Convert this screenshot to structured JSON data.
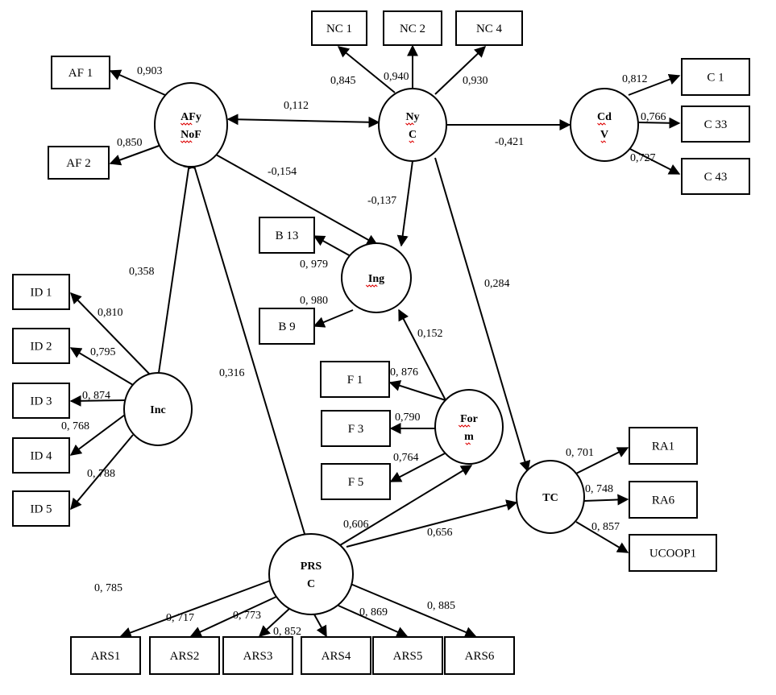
{
  "latents": [
    {
      "id": "AFyNoF",
      "lines": [
        "AFy",
        "NoF"
      ],
      "spell": true
    },
    {
      "id": "NyC",
      "lines": [
        "Ny",
        "C"
      ],
      "spell": true
    },
    {
      "id": "CdV",
      "lines": [
        "Cd",
        "V"
      ],
      "spell": true
    },
    {
      "id": "Ing",
      "lines": [
        "Ing"
      ],
      "spell": true
    },
    {
      "id": "Inc",
      "lines": [
        "Inc"
      ],
      "spell": false
    },
    {
      "id": "Form",
      "lines": [
        "For",
        "m"
      ],
      "spell": true
    },
    {
      "id": "TC",
      "lines": [
        "TC"
      ],
      "spell": false
    },
    {
      "id": "PRSC",
      "lines": [
        "PRS",
        "C"
      ],
      "spell": false
    }
  ],
  "indicators": [
    {
      "id": "AF1",
      "label": "AF 1"
    },
    {
      "id": "AF2",
      "label": "AF 2"
    },
    {
      "id": "NC1",
      "label": "NC 1"
    },
    {
      "id": "NC2",
      "label": "NC 2"
    },
    {
      "id": "NC4",
      "label": "NC 4"
    },
    {
      "id": "C1",
      "label": "C 1"
    },
    {
      "id": "C33",
      "label": "C 33"
    },
    {
      "id": "C43",
      "label": "C 43"
    },
    {
      "id": "B13",
      "label": "B 13"
    },
    {
      "id": "B9",
      "label": "B 9"
    },
    {
      "id": "ID1",
      "label": "ID 1"
    },
    {
      "id": "ID2",
      "label": "ID 2"
    },
    {
      "id": "ID3",
      "label": "ID 3"
    },
    {
      "id": "ID4",
      "label": "ID 4"
    },
    {
      "id": "ID5",
      "label": "ID 5"
    },
    {
      "id": "F1",
      "label": "F 1"
    },
    {
      "id": "F3",
      "label": "F 3"
    },
    {
      "id": "F5",
      "label": "F 5"
    },
    {
      "id": "RA1",
      "label": "RA1"
    },
    {
      "id": "RA6",
      "label": "RA6"
    },
    {
      "id": "UCOOP1",
      "label": "UCOOP1"
    },
    {
      "id": "ARS1",
      "label": "ARS1"
    },
    {
      "id": "ARS2",
      "label": "ARS2"
    },
    {
      "id": "ARS3",
      "label": "ARS3"
    },
    {
      "id": "ARS4",
      "label": "ARS4"
    },
    {
      "id": "ARS5",
      "label": "ARS5"
    },
    {
      "id": "ARS6",
      "label": "ARS6"
    }
  ],
  "edges": [
    {
      "from": "AFyNoF",
      "to": "AF1",
      "label": "0,903"
    },
    {
      "from": "AFyNoF",
      "to": "AF2",
      "label": "0,850"
    },
    {
      "from": "NyC",
      "to": "AFyNoF",
      "label": "0,112",
      "both": true
    },
    {
      "from": "NyC",
      "to": "NC1",
      "label": "0,845"
    },
    {
      "from": "NyC",
      "to": "NC2",
      "label": "0,940"
    },
    {
      "from": "NyC",
      "to": "NC4",
      "label": "0,930"
    },
    {
      "from": "NyC",
      "to": "CdV",
      "label": "-0,421"
    },
    {
      "from": "CdV",
      "to": "C1",
      "label": "0,812"
    },
    {
      "from": "CdV",
      "to": "C33",
      "label": "0,766"
    },
    {
      "from": "CdV",
      "to": "C43",
      "label": "0,727"
    },
    {
      "from": "AFyNoF",
      "to": "Ing",
      "label": "-0,154"
    },
    {
      "from": "NyC",
      "to": "Ing",
      "label": "-0,137"
    },
    {
      "from": "NyC",
      "to": "TC",
      "label": "0,284"
    },
    {
      "from": "Ing",
      "to": "B13",
      "label": "0, 979"
    },
    {
      "from": "Ing",
      "to": "B9",
      "label": "0, 980"
    },
    {
      "from": "Form",
      "to": "Ing",
      "label": "0,152"
    },
    {
      "from": "Form",
      "to": "F1",
      "label": "0, 876"
    },
    {
      "from": "Form",
      "to": "F3",
      "label": "0,790"
    },
    {
      "from": "Form",
      "to": "F5",
      "label": "0,764"
    },
    {
      "from": "Inc",
      "to": "AFyNoF",
      "label": "0,358"
    },
    {
      "from": "PRSC",
      "to": "AFyNoF",
      "label": "0,316"
    },
    {
      "from": "Inc",
      "to": "ID1",
      "label": "0,810"
    },
    {
      "from": "Inc",
      "to": "ID2",
      "label": "0,795"
    },
    {
      "from": "Inc",
      "to": "ID3",
      "label": "0, 874"
    },
    {
      "from": "Inc",
      "to": "ID4",
      "label": "0, 768"
    },
    {
      "from": "Inc",
      "to": "ID5",
      "label": "0, 788"
    },
    {
      "from": "PRSC",
      "to": "Form",
      "label": "0,606"
    },
    {
      "from": "PRSC",
      "to": "TC",
      "label": "0,656"
    },
    {
      "from": "TC",
      "to": "RA1",
      "label": "0, 701"
    },
    {
      "from": "TC",
      "to": "RA6",
      "label": "0, 748"
    },
    {
      "from": "TC",
      "to": "UCOOP1",
      "label": "0, 857"
    },
    {
      "from": "PRSC",
      "to": "ARS1",
      "label": "0, 785"
    },
    {
      "from": "PRSC",
      "to": "ARS2",
      "label": "0, 717"
    },
    {
      "from": "PRSC",
      "to": "ARS3",
      "label": "0, 773"
    },
    {
      "from": "PRSC",
      "to": "ARS4",
      "label": "0, 852"
    },
    {
      "from": "PRSC",
      "to": "ARS5",
      "label": "0, 869"
    },
    {
      "from": "PRSC",
      "to": "ARS6",
      "label": "0, 885"
    }
  ]
}
